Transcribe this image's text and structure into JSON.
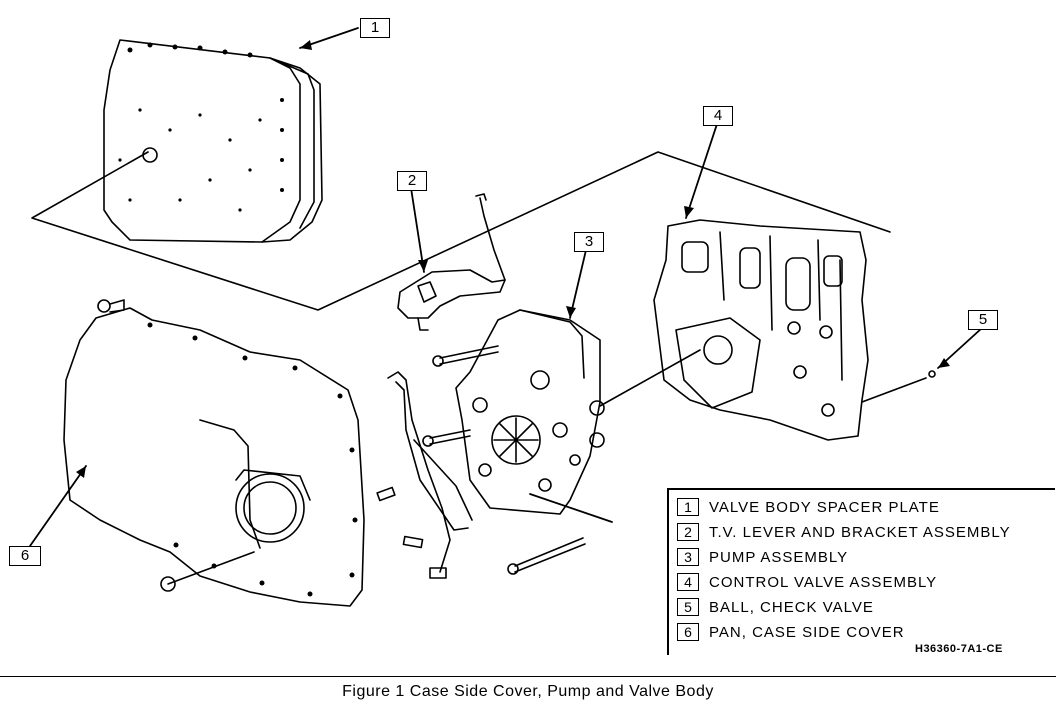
{
  "callouts": [
    "1",
    "2",
    "3",
    "4",
    "5",
    "6"
  ],
  "legend": [
    {
      "num": "1",
      "text": "VALVE BODY SPACER PLATE"
    },
    {
      "num": "2",
      "text": "T.V. LEVER AND BRACKET ASSEMBLY"
    },
    {
      "num": "3",
      "text": "PUMP ASSEMBLY"
    },
    {
      "num": "4",
      "text": "CONTROL VALVE ASSEMBLY"
    },
    {
      "num": "5",
      "text": "BALL, CHECK VALVE"
    },
    {
      "num": "6",
      "text": "PAN, CASE SIDE COVER"
    }
  ],
  "reference_code": "H36360-7A1-CE",
  "caption": "Figure 1 Case Side Cover, Pump and Valve Body"
}
